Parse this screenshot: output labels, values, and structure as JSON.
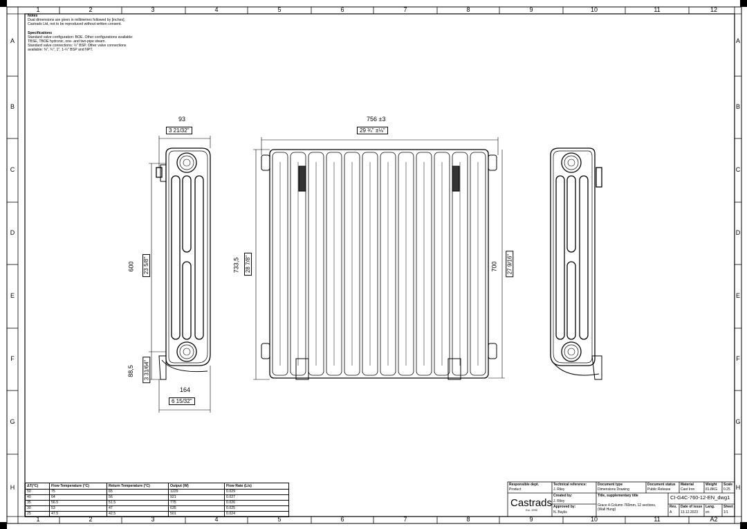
{
  "zones": {
    "columns": [
      "1",
      "2",
      "3",
      "4",
      "5",
      "6",
      "7",
      "8",
      "9",
      "10",
      "11",
      "12"
    ],
    "rows": [
      "A",
      "B",
      "C",
      "D",
      "E",
      "F",
      "G",
      "H"
    ],
    "bottom_right_label": "A2"
  },
  "notes": {
    "title": "Notes",
    "line1": "Dual dimensions are given in millimetres followed by [inches].",
    "line2": "Castrads Ltd, not to be reproduced without written consent.",
    "spec_title": "Specifications",
    "spec1": "Standard valve configuration: BOE. Other configurations available:",
    "spec2": "TBSE, TBOE hydronic, one- and two-pipe steam.",
    "spec3": "Standard valve connections: ½\" BSP. Other valve connections",
    "spec4": "available: ⅜\", ¾\", 1\", 1-¼\" BSP and NPT."
  },
  "dimensions": {
    "side_depth_mm": "93",
    "side_depth_in": "3 21/32\"",
    "side_height_mm": "600",
    "side_height_in": "23 5/8\"",
    "bottom_offset_mm": "88,5",
    "bottom_offset_in": "3 31/64\"",
    "side_width_mm": "164",
    "side_width_in": "6 15/32\"",
    "front_width_mm": "756  ±3",
    "front_width_in": "29 ¾\"  ±⅛\"",
    "front_total_height_mm": "733,5",
    "front_total_height_in": "28 7/8\"",
    "front_section_height_mm": "700",
    "front_section_height_in": "27 9/16\""
  },
  "performance_table": {
    "headers": [
      "ΔT(°C)",
      "Flow Temperature (°C)",
      "Return Temperature (°C)",
      "Output (W)",
      "Flow Rate (L/s)"
    ],
    "rows": [
      [
        "50",
        "75",
        "65",
        "1229",
        "0.029"
      ],
      [
        "40",
        "64",
        "56",
        "921",
        "0.027"
      ],
      [
        "35",
        "56.5",
        "51.5",
        "775",
        "0.026"
      ],
      [
        "30",
        "53",
        "47",
        "635",
        "0.025"
      ],
      [
        "25",
        "47.5",
        "42.5",
        "501",
        "0.024"
      ]
    ]
  },
  "title_block": {
    "responsible_dept_label": "Responsible dept.",
    "responsible_dept": "Product",
    "technical_ref_label": "Technical reference:",
    "technical_ref": "J. Riley",
    "created_by_label": "Created by:",
    "created_by": "J. Riley",
    "approved_by_label": "Approved by:",
    "approved_by": "N. Baylis",
    "doc_type_label": "Document type",
    "doc_type": "Dimensions Drawing",
    "doc_status_label": "Document status",
    "doc_status": "Public Release",
    "material_label": "Material",
    "material": "Cast Iron",
    "weight_label": "Weight",
    "weight": "81.8KG",
    "scale_label": "Scale",
    "scale": "0.25",
    "title_label": "Title, supplementary title",
    "title_line1": "Grace 4-Column 760mm, 12 sections,",
    "title_line2": "(Wall Hung)",
    "drawing_number": "CI-G4C-760-12-EN_dwg1",
    "rev_label": "Rev.",
    "rev": "A",
    "date_label": "Date of issue",
    "date": "13.12.2023",
    "lang_label": "Lang.",
    "lang": "en",
    "sheet_label": "Sheet",
    "sheet": "1/1",
    "brand": "Castrads",
    "brand_sub": "Est. 1996"
  }
}
